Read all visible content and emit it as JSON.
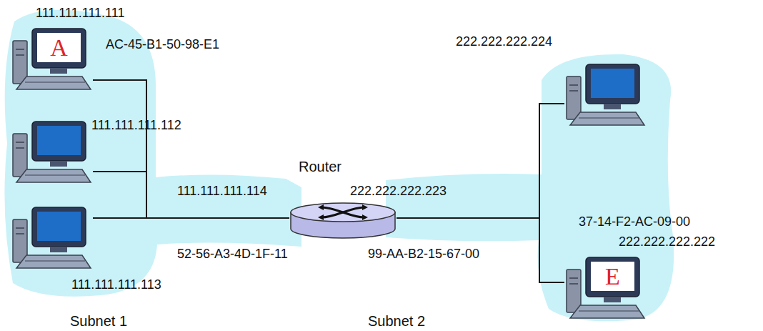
{
  "diagram": {
    "nodes": [
      {
        "text": [
          "A",
          "111.111.111.111",
          "AC-45-B1-50-98-E1"
        ]
      },
      {
        "text": [
          "111.111.111.112"
        ]
      },
      {
        "text": [
          "111.111.111.113"
        ]
      },
      {
        "text": [
          "Router",
          "111.111.111.114",
          "52-56-A3-4D-1F-11",
          "222.222.222.223",
          "99-AA-B2-15-67-00"
        ]
      },
      {
        "text": [
          "222.222.222.224"
        ]
      },
      {
        "text": [
          "E",
          "37-14-F2-AC-09-00",
          "222.222.222.222"
        ]
      }
    ],
    "edges": [
      {
        "from": 0,
        "to": 3,
        "arrow": "none"
      },
      {
        "from": 1,
        "to": 3,
        "arrow": "none"
      },
      {
        "from": 2,
        "to": 3,
        "arrow": "none"
      },
      {
        "from": 3,
        "to": 4,
        "arrow": "none"
      },
      {
        "from": 3,
        "to": 5,
        "arrow": "none"
      }
    ],
    "labels": [
      "Subnet 1",
      "Subnet 2"
    ]
  }
}
